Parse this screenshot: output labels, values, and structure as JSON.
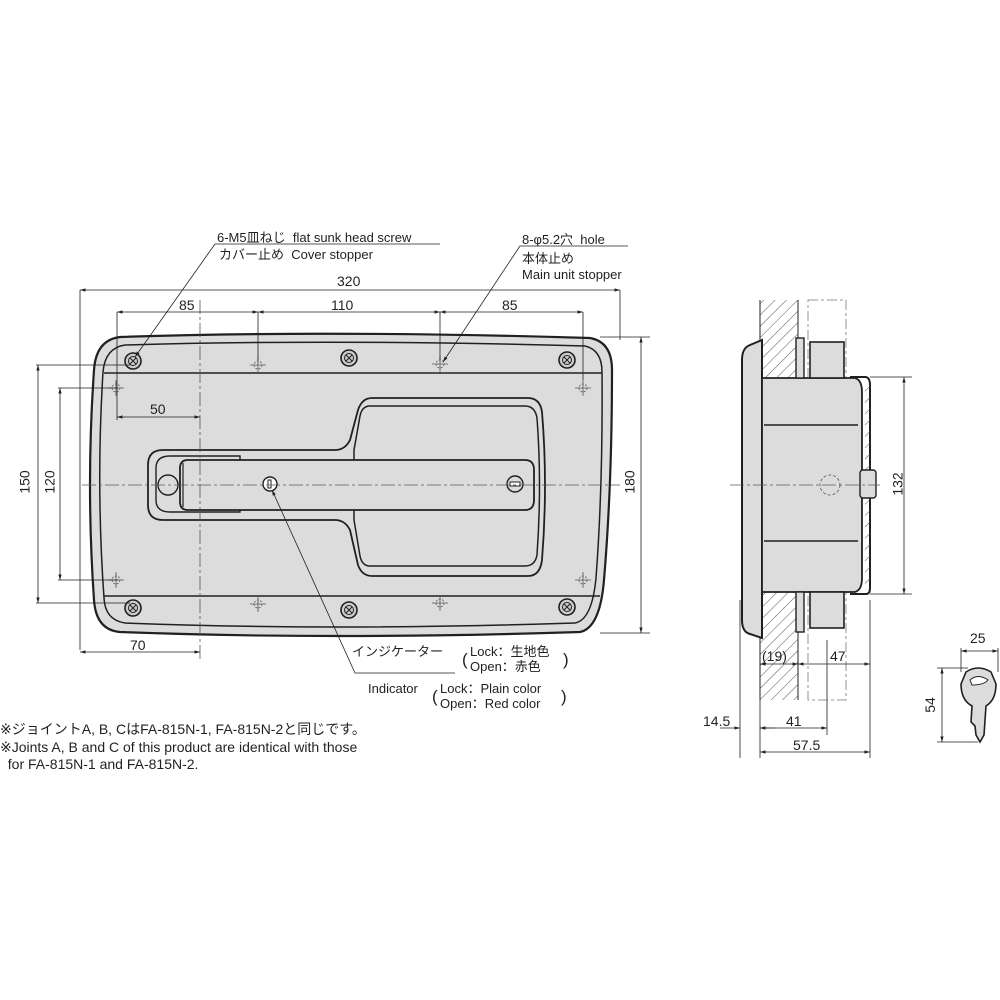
{
  "callouts": {
    "screw": {
      "ja": "6-M5皿ねじ",
      "en": "flat sunk head screw",
      "sub_ja": "カバー止め",
      "sub_en": "Cover stopper"
    },
    "hole": {
      "ja": "8-φ5.2穴",
      "en": "hole",
      "sub_ja": "本体止め",
      "sub_en": "Main unit stopper"
    },
    "indicator_ja": {
      "label": "インジケーター",
      "lock": "Lock：生地色",
      "open": "Open：赤色"
    },
    "indicator_en": {
      "label": "Indicator",
      "lock": "Lock：Plain color",
      "open": "Open：Red color"
    }
  },
  "front_view": {
    "dims": {
      "overall_width": "320",
      "left_pitch": "85",
      "center_pitch": "110",
      "right_pitch": "85",
      "offset_50": "50",
      "offset_70": "70",
      "height_150": "150",
      "height_120": "120",
      "height_180": "180"
    }
  },
  "side_view": {
    "dims": {
      "height_132": "132",
      "thickness_19": "(19)",
      "depth_47": "47",
      "front_14_5": "14.5",
      "depth_41": "41",
      "depth_57_5": "57.5"
    }
  },
  "key_view": {
    "dims": {
      "width_25": "25",
      "height_54": "54"
    }
  },
  "notes": [
    "※ジョイントA, B, CはFA-815N-1, FA-815N-2と同じです。",
    "※Joints A, B and C of this product are identical with those",
    "  for FA-815N-1 and FA-815N-2."
  ],
  "colors": {
    "line": "#231f20",
    "fill": "#dcdcdc",
    "thin": "#555555"
  }
}
